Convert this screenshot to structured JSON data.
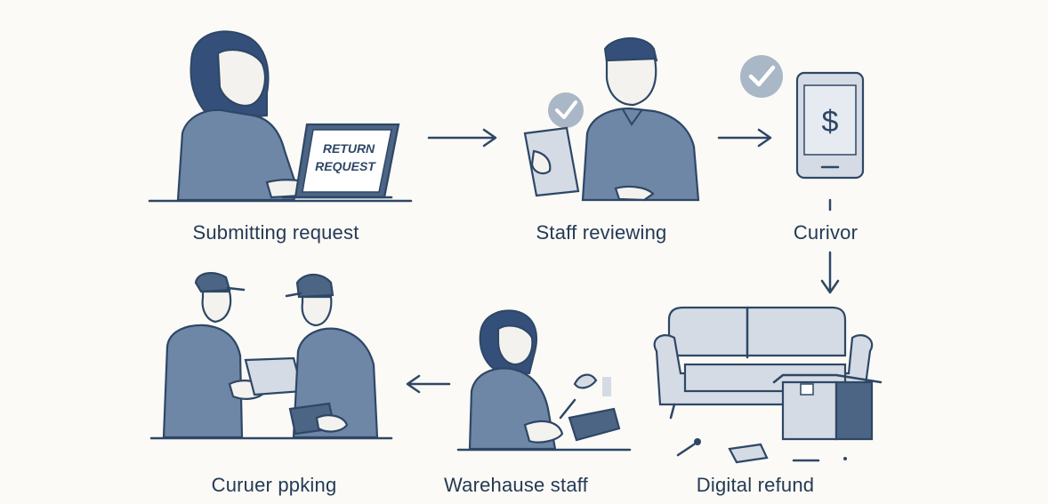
{
  "steps": [
    {
      "label": "Submitting request"
    },
    {
      "label": "Staff reviewing"
    },
    {
      "label": "Curivor"
    },
    {
      "label": "Digital refund"
    },
    {
      "label": "Warehause staff"
    },
    {
      "label": "Curuer ppking"
    }
  ],
  "laptop_screen": {
    "line1": "RETURN",
    "line2": "REQUEST"
  },
  "phone_symbol": "$",
  "colors": {
    "background": "#fbfaf6",
    "ink": "#2e4766",
    "shirt": "#6f87a6",
    "check_badge": "#a9b7c7"
  }
}
